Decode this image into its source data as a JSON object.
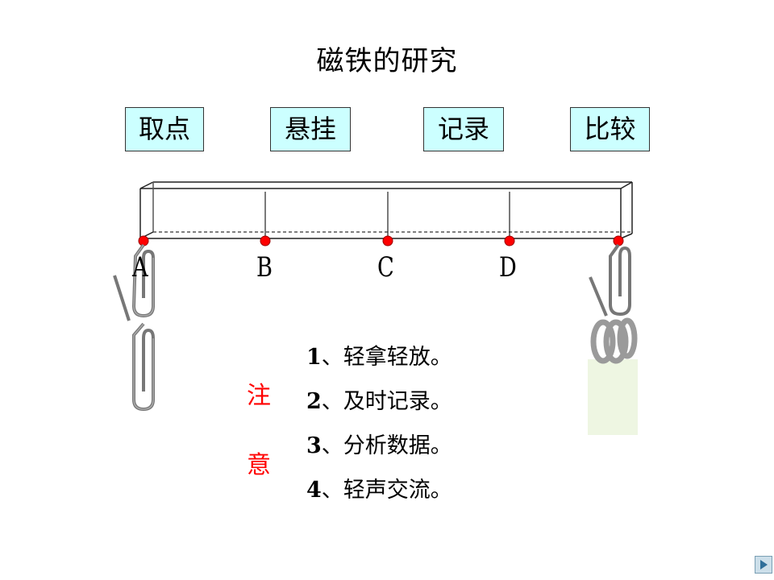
{
  "title": "磁铁的研究",
  "steps": [
    "取点",
    "悬挂",
    "记录",
    "比较"
  ],
  "points": [
    "A",
    "B",
    "C",
    "D"
  ],
  "notice": {
    "char1": "注",
    "char2": "意"
  },
  "notes": [
    {
      "num": "1",
      "text": "、轻拿轻放。"
    },
    {
      "num": "2",
      "text": "、及时记录。"
    },
    {
      "num": "3",
      "text": "、分析数据。"
    },
    {
      "num": "4",
      "text": "、轻声交流。"
    }
  ],
  "colors": {
    "step_bg": "#ccffff",
    "notice": "#ff0000",
    "dot": "#ff0000"
  },
  "icons": {
    "next": "next-slide-arrow-icon"
  }
}
